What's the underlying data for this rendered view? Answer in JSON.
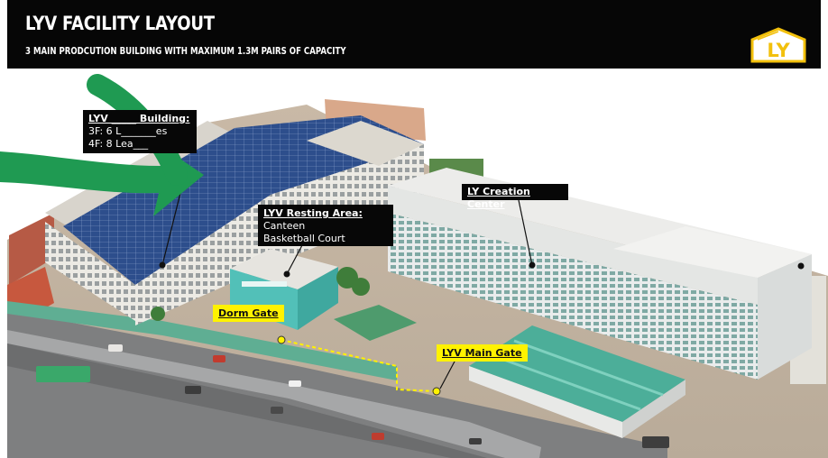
{
  "header": {
    "title": "LYV FACILITY LAYOUT",
    "subtitle": "3 MAIN PRODCUTION BUILDING WITH MAXIMUM 1.3M PAIRS OF CAPACITY",
    "logo_text": "LY"
  },
  "callouts": {
    "production_building": {
      "heading": "LYV _____ Building:",
      "line1": "3F: 6 L_______es",
      "line2": "4F: 8 Lea___"
    },
    "creation_center": {
      "heading": "LY Creation Center"
    },
    "resting_area": {
      "heading": "LYV Resting Area:",
      "line1": "Canteen",
      "line2": "Basketball Court"
    },
    "dorm_gate": {
      "label": "Dorm Gate"
    },
    "main_gate": {
      "label": "LYV Main Gate"
    }
  },
  "colors": {
    "header_bg": "#060606",
    "logo_gold": "#f2c00c",
    "arrow_green": "#1f9a52",
    "gate_yellow": "#fff200",
    "teal_roof": "#3fb39a",
    "solar_blue": "#2c4f8f"
  }
}
